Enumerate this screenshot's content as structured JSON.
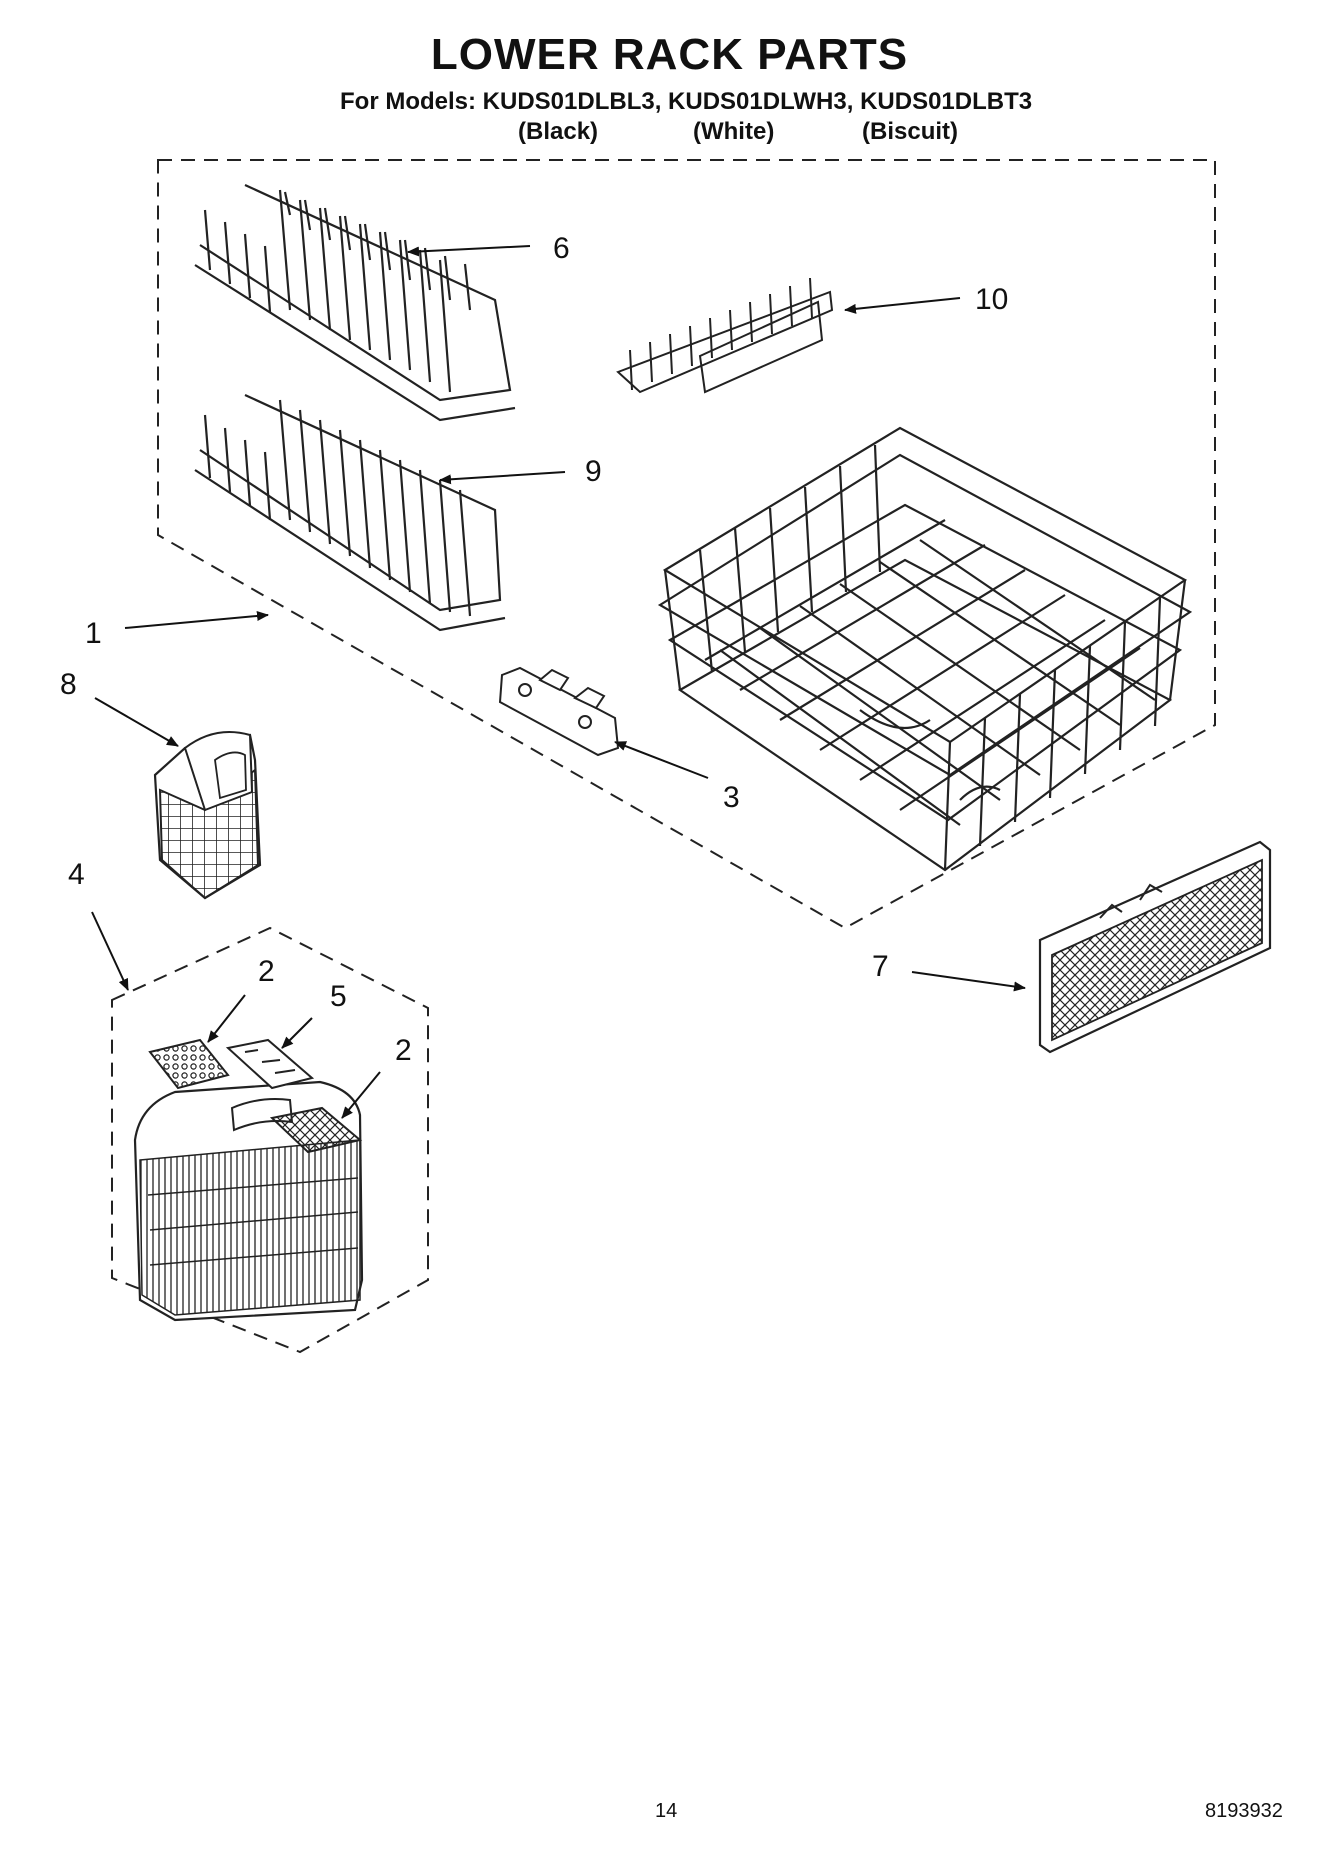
{
  "header": {
    "title": "LOWER RACK PARTS",
    "models_line": "For Models: KUDS01DLBL3, KUDS01DLWH3, KUDS01DLBT3",
    "variants": [
      "(Black)",
      "(White)",
      "(Biscuit)"
    ]
  },
  "callouts": {
    "c1": "1",
    "c2a": "2",
    "c2b": "2",
    "c3": "3",
    "c4": "4",
    "c5": "5",
    "c6": "6",
    "c7": "7",
    "c8": "8",
    "c9": "9",
    "c10": "10"
  },
  "footer": {
    "page_number": "14",
    "document_number": "8193932"
  }
}
